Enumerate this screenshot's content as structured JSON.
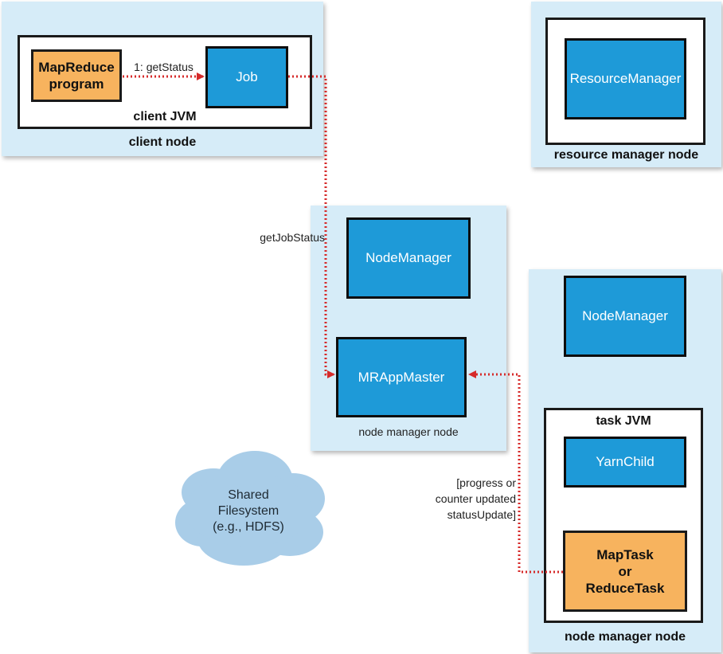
{
  "client_node": {
    "title": "client node",
    "jvm_title": "client JVM",
    "program_line1": "MapReduce",
    "program_line2": "program",
    "job_label": "Job",
    "call_label": "1: getStatus"
  },
  "resource_manager_node": {
    "title": "resource manager node",
    "manager_label": "ResourceManager"
  },
  "app_master_node": {
    "title": "node manager node",
    "nodemanager_label": "NodeManager",
    "appmaster_label": "MRAppMaster"
  },
  "task_node": {
    "title": "node manager node",
    "nodemanager_label": "NodeManager",
    "jvm_title": "task JVM",
    "child_label": "YarnChild",
    "task_line1": "MapTask",
    "task_line2": "or",
    "task_line3": "ReduceTask"
  },
  "arrows": {
    "get_job_status_label": "getJobStatus",
    "status_update_line1": "[progress or",
    "status_update_line2": "counter updated",
    "status_update_line3": "statusUpdate]"
  },
  "shared_fs": {
    "line1": "Shared",
    "line2": "Filesystem",
    "line3": "(e.g., HDFS)"
  },
  "colors": {
    "node_background": "#d6ecf8",
    "component_blue": "#1e9ad8",
    "task_orange": "#f7b35e",
    "arrow_red": "#d62a2a",
    "cloud_blue": "#a9cde8"
  }
}
